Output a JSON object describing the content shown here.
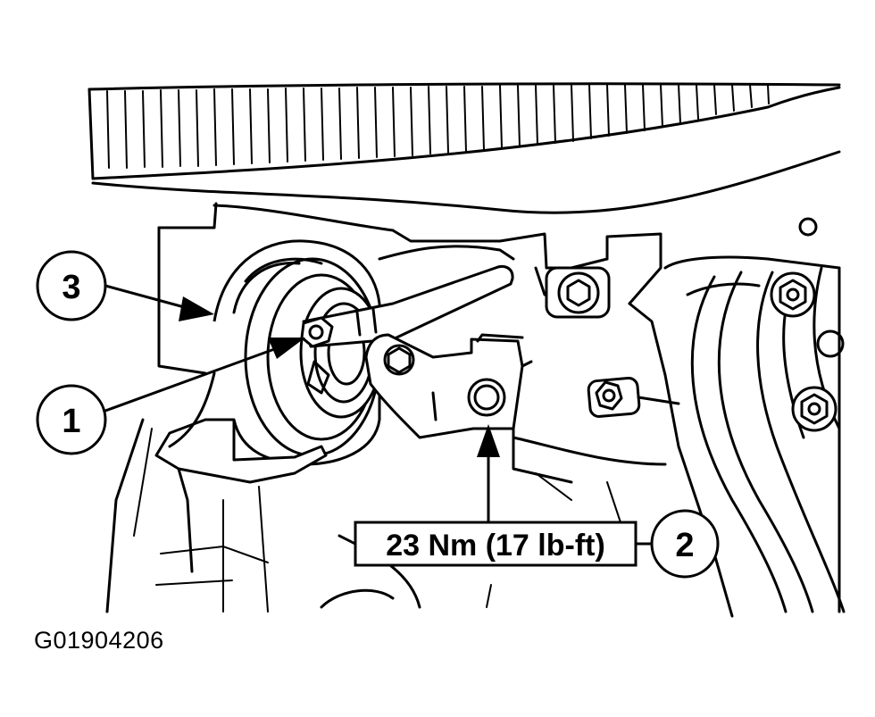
{
  "callouts": {
    "one": "1",
    "two": "2",
    "three": "3"
  },
  "torque_spec": "23 Nm (17 lb-ft)",
  "figure_id": "G01904206"
}
